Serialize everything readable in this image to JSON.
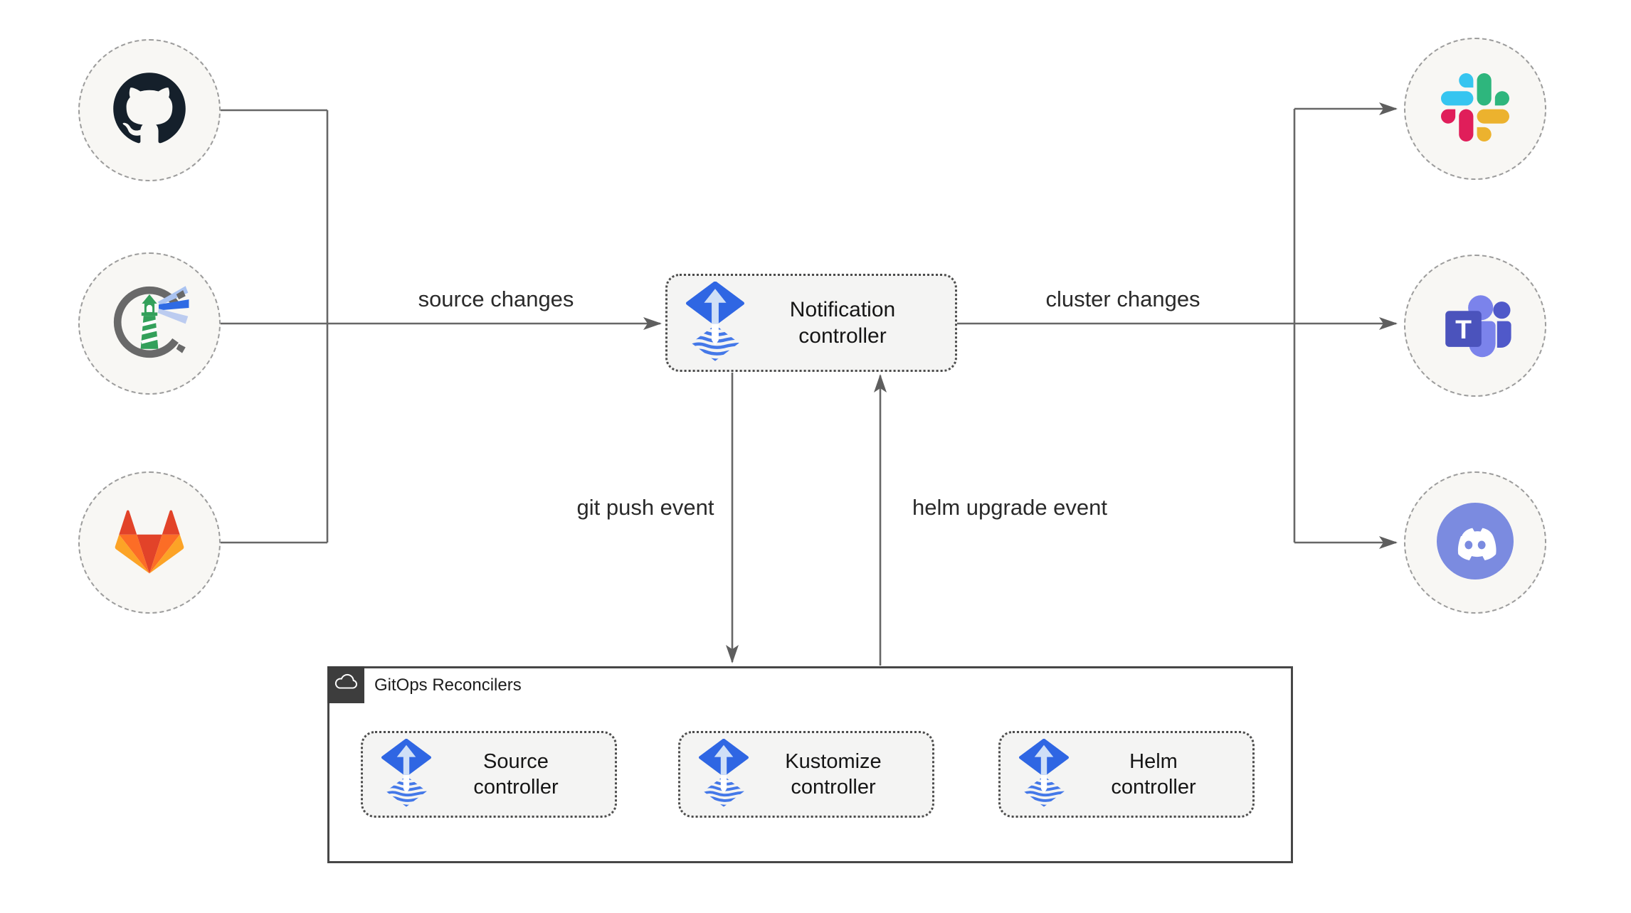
{
  "diagram": {
    "title_hint": "Flux notification-controller GitOps architecture",
    "sources": [
      {
        "id": "github",
        "icon": "github-icon"
      },
      {
        "id": "harbor",
        "icon": "harbor-icon"
      },
      {
        "id": "gitlab",
        "icon": "gitlab-icon"
      }
    ],
    "targets": [
      {
        "id": "slack",
        "icon": "slack-icon"
      },
      {
        "id": "teams",
        "icon": "microsoft-teams-icon"
      },
      {
        "id": "discord",
        "icon": "discord-icon"
      }
    ],
    "notification": {
      "label": "Notification controller",
      "icon": "flux-icon"
    },
    "edges": {
      "source_changes": {
        "label": "source changes"
      },
      "cluster_changes": {
        "label": "cluster changes"
      },
      "git_push": {
        "label": "git push event"
      },
      "helm_upgrade": {
        "label": "helm upgrade event"
      }
    },
    "reconcilers": {
      "title": "GitOps Reconcilers",
      "corner_icon": "cloud-icon",
      "controllers": [
        {
          "label": "Source controller",
          "icon": "flux-icon"
        },
        {
          "label": "Kustomize controller",
          "icon": "flux-icon"
        },
        {
          "label": "Helm controller",
          "icon": "flux-icon"
        }
      ]
    },
    "colors": {
      "line": "#676767",
      "box_fill": "#f4f4f3",
      "circle_fill": "#f8f7f4",
      "circle_border": "#9c9c9c",
      "group_border": "#474747",
      "corner_square": "#3d3d3d",
      "flux_blue": "#2f66e3",
      "flux_stripe": "#4478e8",
      "flux_arrow_light": "#cfdff7",
      "github_dark": "#15202b",
      "harbor_green": "#33a05a",
      "harbor_gray": "#696969",
      "harbor_beam_blue": "#2f6be4",
      "gitlab_red": "#e24329",
      "gitlab_orange": "#fc6d26",
      "gitlab_yellow": "#fca326",
      "slack_blue": "#36c5f0",
      "slack_green": "#2eb67d",
      "slack_yellow": "#ecb22e",
      "slack_red": "#e01e5a",
      "teams_purple": "#4b53bc",
      "teams_light": "#7b83eb",
      "teams_mid": "#5059c9",
      "discord_blurple": "#7b8be0"
    }
  }
}
